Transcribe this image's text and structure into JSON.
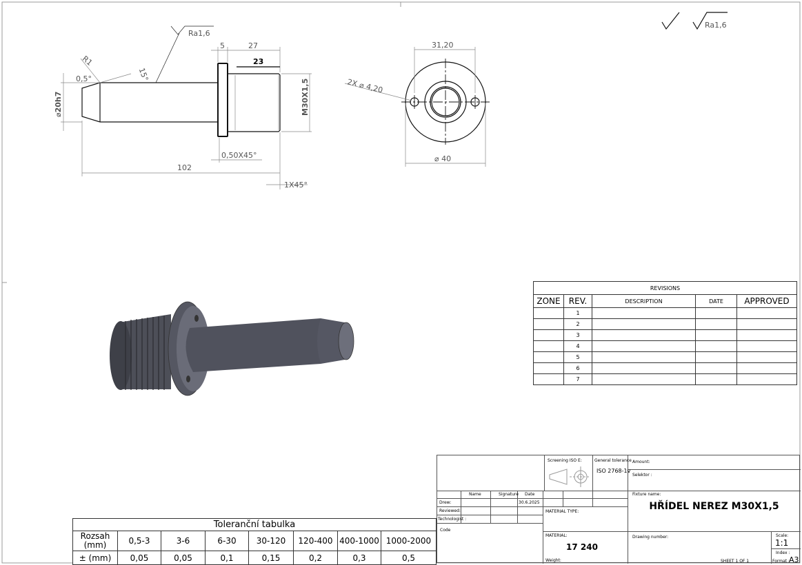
{
  "front_view": {
    "surface_ra": "Ra1,6",
    "radius": "R1",
    "angle_tip": "0,5°",
    "angle_taper": "15°",
    "dia_shaft": "⌀20h7",
    "dim_flange": "5",
    "dim_thread_len": "27",
    "dim_thread_full": "23",
    "thread": "M30X1,5",
    "chamfer_flange": "0,50X45°",
    "length_total": "102",
    "chamfer_end": "1X45°"
  },
  "side_view": {
    "hole_spacing": "31,20",
    "holes": "2X ⌀ 4,20",
    "dia_outer": "⌀ 40"
  },
  "roughness": {
    "general": "Ra1,6"
  },
  "revisions": {
    "title": "REVISIONS",
    "headers": [
      "ZONE",
      "REV.",
      "DESCRIPTION",
      "DATE",
      "APPROVED"
    ],
    "rows": [
      "1",
      "2",
      "3",
      "4",
      "5",
      "6",
      "7"
    ]
  },
  "tolerance": {
    "title": "Toleranční tabulka",
    "range_label": "Rozsah (mm)",
    "tol_label": "± (mm)",
    "ranges": [
      "0,5-3",
      "3-6",
      "6-30",
      "30-120",
      "120-400",
      "400-1000",
      "1000-2000"
    ],
    "values": [
      "0,05",
      "0,05",
      "0,1",
      "0,15",
      "0,2",
      "0,3",
      "0,5"
    ]
  },
  "title_block": {
    "screening": "Screening ISO E:",
    "general_tolerance": "General tolerance",
    "tolerance_std": "ISO 2768-1v",
    "amount": "Amount:",
    "selektor": "Selektor :",
    "col_name": "Name",
    "col_signature": "Signature",
    "col_date": "Date",
    "drew": "Drew:",
    "drew_date": "30.6.2025",
    "reviewed": "Reviewed:",
    "technologist": "Technologist :",
    "code": "Code",
    "material_type": "MATERIAL TYPE:",
    "material": "MATERIAL:",
    "material_value": "17 240",
    "weight": "Weight:",
    "fixture_name": "Fixture name:",
    "fixture_value": "HŘÍDEL NEREZ M30X1,5",
    "drawing_number": "Drawing number:",
    "sheet": "SHEET 1 OF 1",
    "scale": "Scale:",
    "scale_value": "1:1",
    "index": "Index :",
    "format": "Format :",
    "format_value": "A3"
  }
}
